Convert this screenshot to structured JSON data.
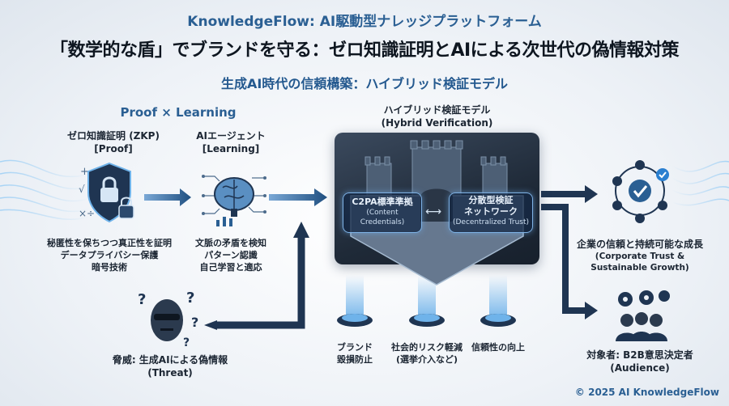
{
  "header": {
    "eyebrow": "KnowledgeFlow: AI駆動型ナレッジプラットフォーム",
    "title": "「数学的な盾」でブランドを守る：ゼロ知識証明とAIによる次世代の偽情報対策",
    "subtitle": "生成AI時代の信頼構築：ハイブリッド検証モデル"
  },
  "section_label": "Proof × Learning",
  "zkp": {
    "title": "ゼロ知識証明 (ZKP)",
    "tag": "[Proof]",
    "desc": [
      "秘匿性を保ちつつ真正性を証明",
      "データプライバシー保護",
      "暗号技術"
    ],
    "icon": "shield-lock-icon"
  },
  "ai_agent": {
    "title": "AIエージェント",
    "tag": "[Learning]",
    "desc": [
      "文脈の矛盾を検知",
      "パターン認識",
      "自己学習と適応"
    ],
    "icon": "brain-circuit-icon"
  },
  "hybrid": {
    "title": "ハイブリッド検証モデル",
    "subtitle": "(Hybrid Verification)",
    "left_pill": {
      "title": "C2PA標準準拠",
      "sub1": "(Content",
      "sub2": "Credentials)"
    },
    "right_pill": {
      "title1": "分散型検証",
      "title2": "ネットワーク",
      "sub": "(Decentralized Trust)"
    },
    "icon": "castle-icon"
  },
  "pillars": [
    {
      "line1": "ブランド",
      "line2": "毀損防止"
    },
    {
      "line1": "社会的リスク軽減",
      "line2": "(選挙介入など)"
    },
    {
      "line1": "信頼性の向上",
      "line2": ""
    }
  ],
  "threat": {
    "title": "脅威: 生成AIによる偽情報",
    "sub": "(Threat)",
    "icon": "masked-face-icon"
  },
  "corporate": {
    "title": "企業の信頼と持続可能な成長",
    "sub1": "(Corporate Trust &",
    "sub2": "Sustainable Growth)",
    "icon": "network-check-icon"
  },
  "audience": {
    "title": "対象者: B2B意思決定者",
    "sub": "(Audience)",
    "icon": "business-people-icon"
  },
  "footer": "© 2025 AI KnowledgeFlow",
  "colors": {
    "accent": "#2a5f93",
    "dark": "#1f2a38",
    "glow": "#6fb3ea"
  }
}
